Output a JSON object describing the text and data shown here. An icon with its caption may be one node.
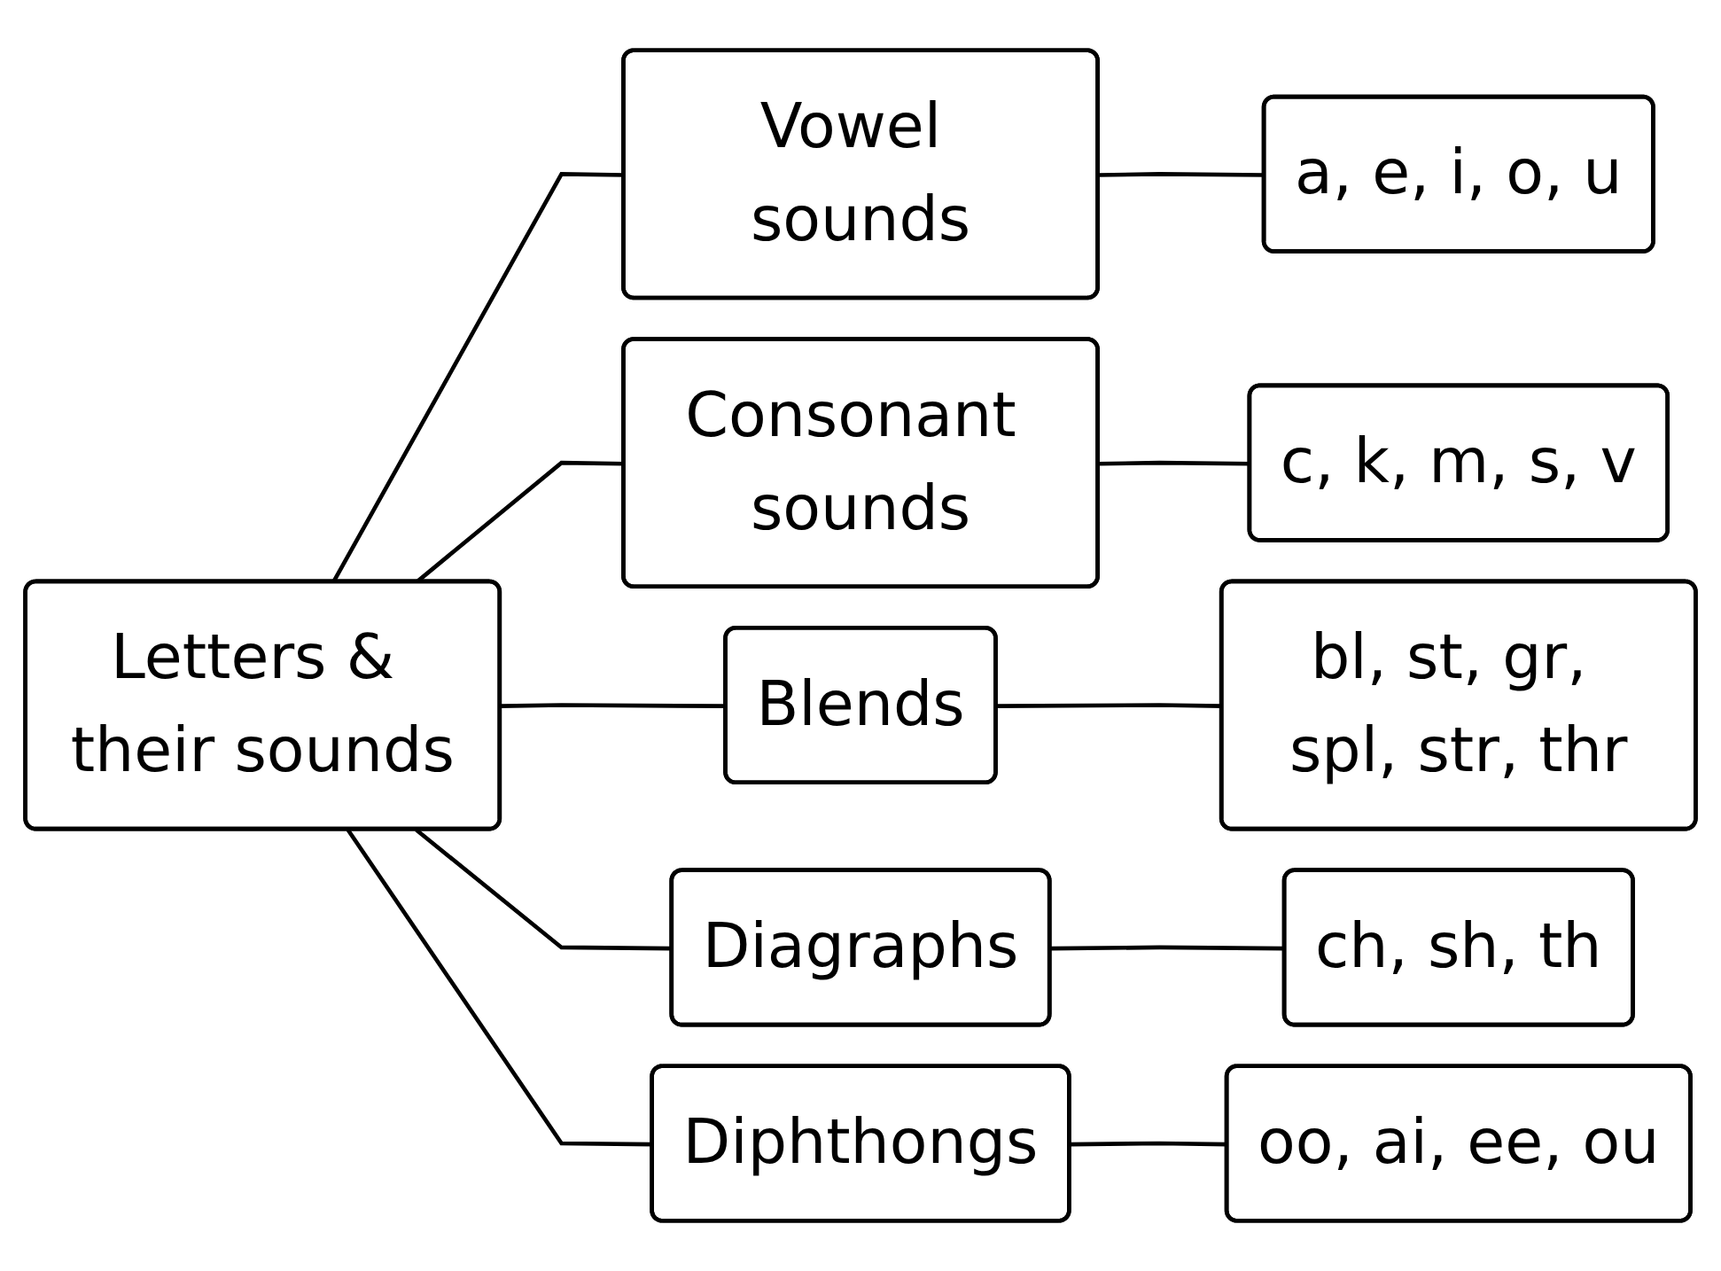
{
  "diagram": {
    "nodes": [
      {
        "text": [
          "Letters & their sounds"
        ]
      },
      {
        "text": [
          "Vowel sounds"
        ]
      },
      {
        "text": [
          "a, e, i, o, u"
        ]
      },
      {
        "text": [
          "Consonant sounds"
        ]
      },
      {
        "text": [
          "c, k, m, s, v"
        ]
      },
      {
        "text": [
          "Blends"
        ]
      },
      {
        "text": [
          "bl, st, gr, spl, str, thr"
        ]
      },
      {
        "text": [
          "Diagraphs"
        ]
      },
      {
        "text": [
          "ch, sh, th"
        ]
      },
      {
        "text": [
          "Diphthongs"
        ]
      },
      {
        "text": [
          "oo, ai, ee, ou"
        ]
      }
    ],
    "edges": [
      {
        "from": 0,
        "to": 1,
        "arrow": "none"
      },
      {
        "from": 0,
        "to": 3,
        "arrow": "none"
      },
      {
        "from": 0,
        "to": 5,
        "arrow": "none"
      },
      {
        "from": 0,
        "to": 7,
        "arrow": "none"
      },
      {
        "from": 0,
        "to": 9,
        "arrow": "none"
      },
      {
        "from": 1,
        "to": 2,
        "arrow": "none"
      },
      {
        "from": 3,
        "to": 4,
        "arrow": "none"
      },
      {
        "from": 5,
        "to": 6,
        "arrow": "none"
      },
      {
        "from": 7,
        "to": 8,
        "arrow": "none"
      },
      {
        "from": 9,
        "to": 10,
        "arrow": "none"
      }
    ]
  }
}
